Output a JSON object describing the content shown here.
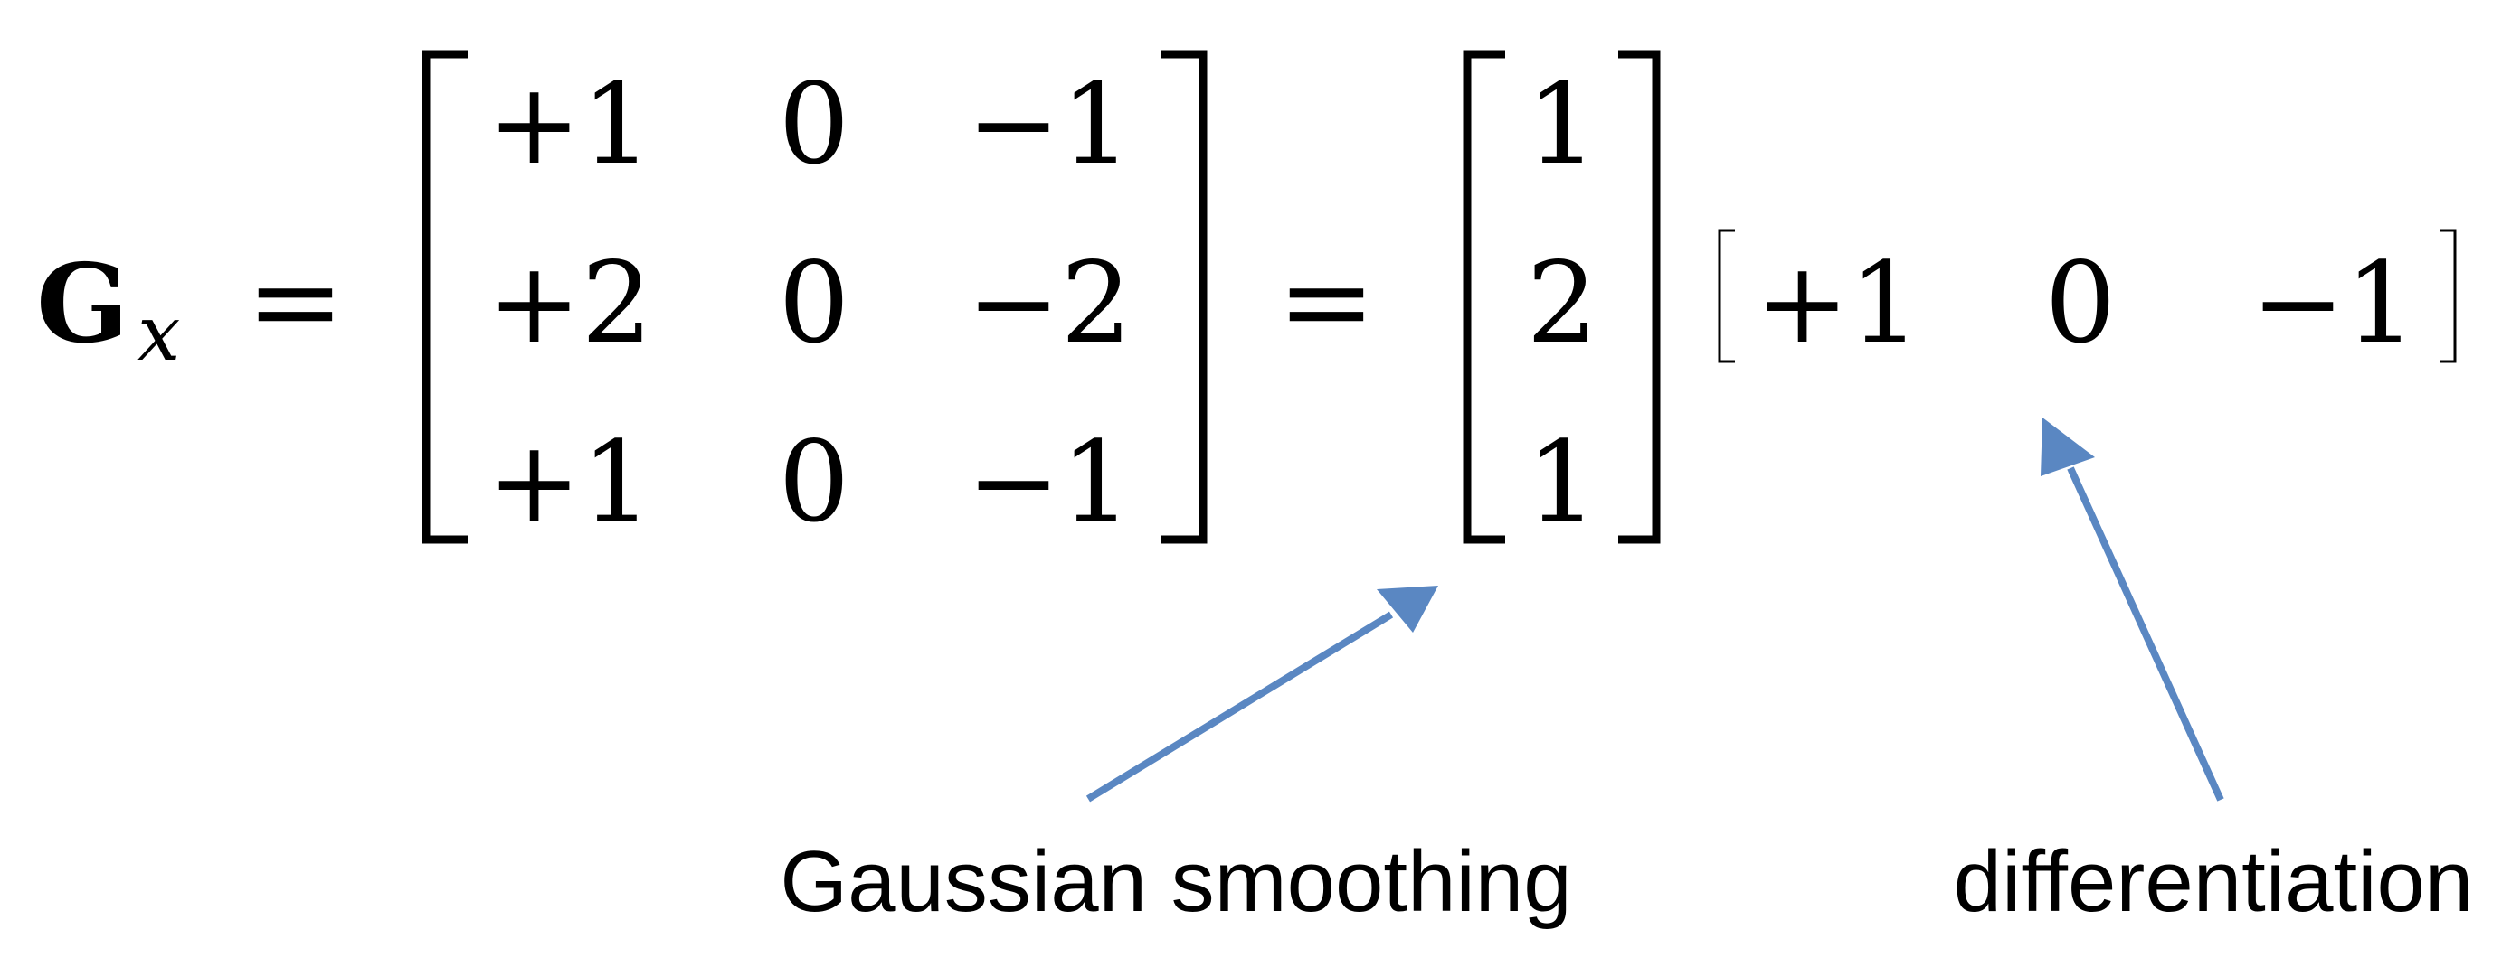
{
  "equation": {
    "lhs_symbol": "G",
    "lhs_subscript": "x",
    "equals": "=",
    "matrix": [
      [
        "+1",
        "0",
        "−1"
      ],
      [
        "+2",
        "0",
        "−2"
      ],
      [
        "+1",
        "0",
        "−1"
      ]
    ],
    "column_vector": [
      "1",
      "2",
      "1"
    ],
    "row_vector": [
      "+1",
      "0",
      "−1"
    ]
  },
  "annotations": [
    {
      "label": "Gaussian smoothing",
      "arrow_color": "#5a87c2"
    },
    {
      "label": "differentiation",
      "arrow_color": "#5a87c2"
    }
  ]
}
